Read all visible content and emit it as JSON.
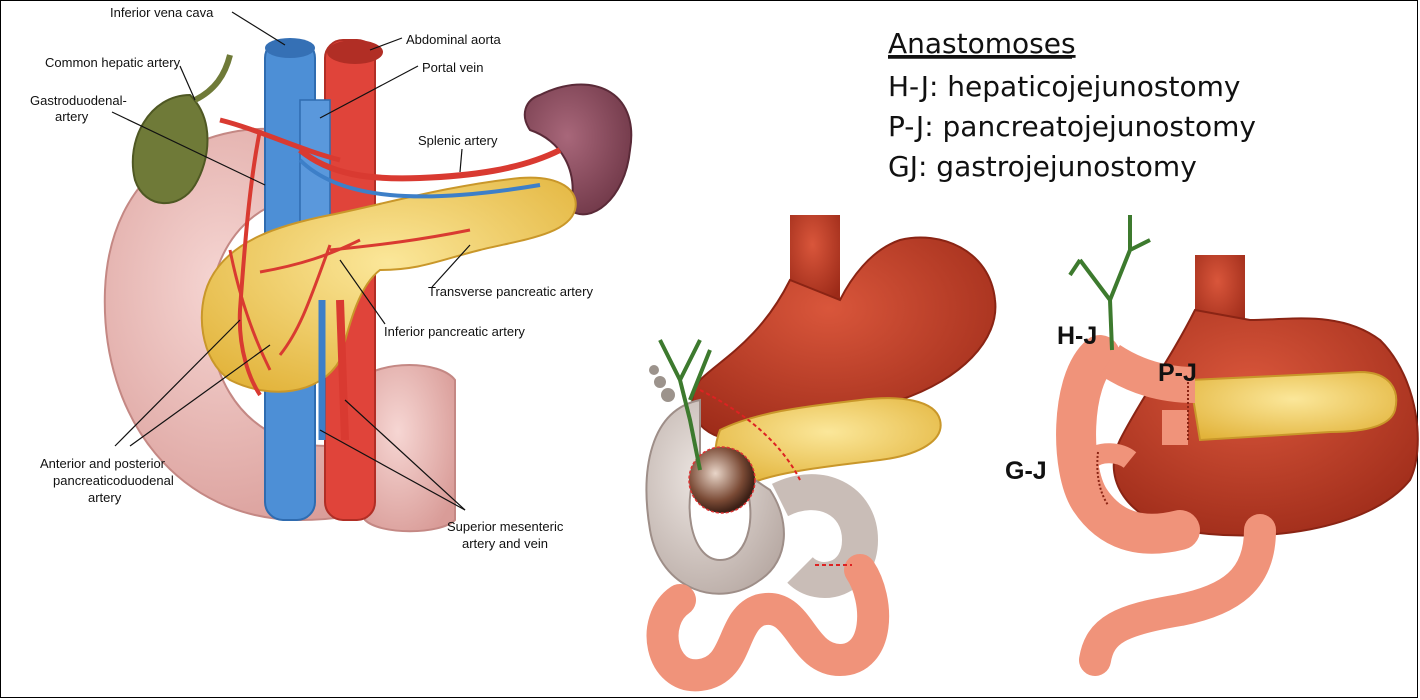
{
  "labels": {
    "inferior_vena_cava": "Inferior vena cava",
    "abdominal_aorta": "Abdominal aorta",
    "common_hepatic_artery": "Common hepatic artery",
    "portal_vein": "Portal vein",
    "gastroduodenal_artery_1": "Gastroduodenal-",
    "gastroduodenal_artery_2": "artery",
    "splenic_artery": "Splenic artery",
    "transverse_pancreatic_artery": "Transverse pancreatic artery",
    "inferior_pancreatic_artery": "Inferior pancreatic artery",
    "pancreaticoduodenal_1": "Anterior and posterior",
    "pancreaticoduodenal_2": "pancreaticoduodenal",
    "pancreaticoduodenal_3": "artery",
    "sma_1": "Superior mesenteric",
    "sma_2": "artery and vein"
  },
  "legend": {
    "title": "Anastomoses",
    "items": [
      "H-J: hepaticojejunostomy",
      "P-J: pancreatojejunostomy",
      "GJ: gastrojejunostomy"
    ]
  },
  "surgical_labels": {
    "hj": "H-J",
    "pj": "P-J",
    "gj": "G-J"
  },
  "colors": {
    "vein_blue": "#4d8fd6",
    "artery_red": "#e0443a",
    "duodenum_pink": "#e9b7b4",
    "pancreas_yellow": "#f2cf5c",
    "stomach_red": "#b8311f",
    "gallbladder_green": "#6f7a38",
    "spleen_purple": "#8a4a5a",
    "jejunum_orange": "#f0937a"
  }
}
